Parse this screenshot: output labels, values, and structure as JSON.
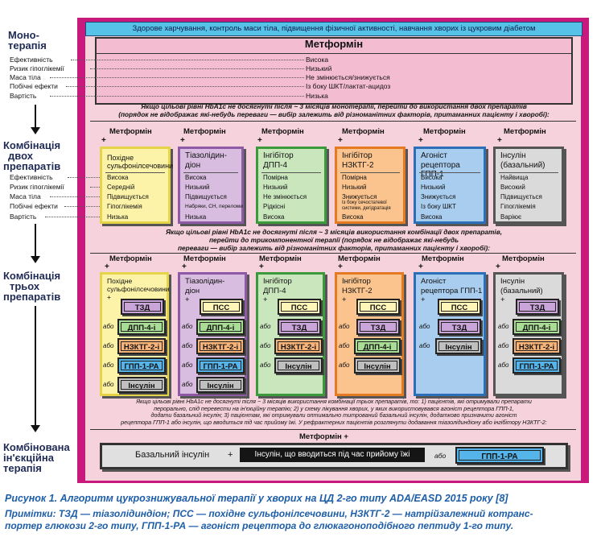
{
  "banner": "Здорове харчування, контроль маси тіла, підвищення фізичної активності, навчання хворих із цукровим діабетом",
  "stages": {
    "mono": [
      "Моно-",
      "терапія"
    ],
    "dual": [
      "Комбінація",
      "двох",
      "препаратів"
    ],
    "triple": [
      "Комбінація",
      "трьох",
      "препаратів"
    ],
    "inject": [
      "Комбінована",
      "ін'єкційна",
      "терапія"
    ]
  },
  "row_labels": [
    "Ефективність",
    "Ризик гіпоглікемії",
    "Маса тіла",
    "Побічні ефекти",
    "Вартість"
  ],
  "mono": {
    "title": "Метформін",
    "values": [
      "Висока",
      "Низький",
      "Не змінюється/знижується",
      "Із боку ШКТ/лактат-ацидоз",
      "Низька"
    ]
  },
  "note1": [
    "Якщо цільові рівні HbA1c не досягнуті після ~ 3 місяців монотерапії, перейти до використання двох препаратів",
    "(порядок не відображає які-небудь переваги — вибір залежить від різноманітних факторів, притаманних пацієнту і хворобі):"
  ],
  "metformin": "Метформін",
  "plus": "+",
  "dual": [
    {
      "title": [
        "Похідне",
        "сульфонілсечовини"
      ],
      "values": [
        "Висока",
        "Середній",
        "Підвищується",
        "Гіпоглікемія",
        "Низька"
      ]
    },
    {
      "title": [
        "Тіазолідин-",
        "діон"
      ],
      "values": [
        "Висока",
        "Низький",
        "Підвищується",
        "Набряки, СН, переломи",
        "Низька"
      ]
    },
    {
      "title": [
        "Інгібітор",
        "ДПП-4"
      ],
      "values": [
        "Помірна",
        "Низький",
        "Не змінюється",
        "Рідкісні",
        "Висока"
      ]
    },
    {
      "title": [
        "Інгібітор",
        "НЗКТГ-2"
      ],
      "values": [
        "Помірна",
        "Низький",
        "Знижується",
        "Із боку сечостатевої",
        "системи, дегідратація",
        "Висока"
      ]
    },
    {
      "title": [
        "Агоніст",
        "рецептора ГПП-1"
      ],
      "values": [
        "Висока",
        "Низький",
        "Знижується",
        "Із боку ШКТ",
        "Висока"
      ]
    },
    {
      "title": [
        "Інсулін",
        "(базальний)"
      ],
      "values": [
        "Найвища",
        "Високий",
        "Підвищується",
        "Гіпоглікемія",
        "Варіює"
      ]
    }
  ],
  "note2": [
    "Якщо цільові рівні HbA1c не досягнуті після ~ 3 місяців використання комбінації двох препаратів,",
    "перейти до трикомпонентної терапії (порядок не відображає які-небудь",
    "переваги — вибір залежить від різноманітних факторів, притаманних пацієнту і хворобі):"
  ],
  "triple": [
    {
      "title": [
        "Похідне",
        "сульфонілсечовини"
      ],
      "drugs": [
        "ТЗД",
        "ДПП-4-і",
        "НЗКТГ-2-і",
        "ГПП-1-РА",
        "Інсулін"
      ],
      "conj": "або"
    },
    {
      "title": [
        "Тіазолідин-",
        "діон"
      ],
      "drugs": [
        "ПСС",
        "ДПП-4-і",
        "НЗКТГ-2-і",
        "ГПП-1-РА",
        "Інсулін"
      ],
      "conj": "або"
    },
    {
      "title": [
        "Інгібітор",
        "ДПП-4"
      ],
      "drugs": [
        "ПСС",
        "ТЗД",
        "НЗКТГ-2-і",
        "Інсулін"
      ],
      "conj": "або"
    },
    {
      "title": [
        "Інгібітор",
        "НЗКТГ-2"
      ],
      "drugs": [
        "ПСС",
        "ТЗД",
        "ДПП-4-і",
        "Інсулін"
      ],
      "conj": "або"
    },
    {
      "title": [
        "Агоніст",
        "рецептора ГПП-1"
      ],
      "drugs": [
        "ПСС",
        "ТЗД",
        "Інсулін"
      ],
      "conj": "або"
    },
    {
      "title": [
        "Інсулін",
        "(базальний)"
      ],
      "drugs": [
        "ТЗД",
        "ДПП-4-і",
        "НЗКТГ-2-і",
        "ГПП-1-РА"
      ],
      "conj": "або"
    }
  ],
  "note3": [
    "Якщо цільові рівні HbA1c не досягнуті після ~ 3 місяців використання комбінації трьох препаратів, то: 1) пацієнтів, які отримували препарати",
    "перорально, слід перевести на ін'єкційну терапію; 2) у схему лікування хворих, у яких використовувався агоніст рецептора ГПП-1,",
    "додати базальний інсулін; 3) пацієнтам, які отримували оптимально титрований базальний інсулін, додатково призначити агоніст",
    "рецептора ГПП-1 або інсулін, що вводиться під час прийому їжі. У рефрактерних пацієнтів розглянути додавання тіазолідиндіону або інгібітору НЗКТГ-2:"
  ],
  "inject": {
    "metformin": "Метформін +",
    "basal": "Базальний інсулін",
    "plus": "+",
    "meal": "Інсулін, що вводиться під час прийому їжі",
    "or": "або",
    "glp": "ГПП-1-РА"
  },
  "caption": "Рисунок 1. Алгоритм цукрознижувальної терапії у хворих на ЦД 2-го типу ADA/EASD 2015 року [8]",
  "notes": [
    "Примітки: ТЗД — тіазолідиндіон; ПСС — похідне сульфонілсечовини, НЗКТГ-2 — натрійзалежний котранс-",
    "портер глюкози 2-го типу, ГПП-1-РА — агоніст рецептора до глюкагоноподібного пептиду 1-го типу."
  ],
  "colors": {
    "outer": "#c8197c",
    "inner": "#f6d2dc",
    "banner": "#56c2e8",
    "su": "#fdf3a8",
    "tzd": "#d8bde0",
    "dpp4": "#c9e6bd",
    "sglt2": "#fbc48e",
    "glp1": "#a9cdef",
    "insulin": "#dadada",
    "drug_tzd": "#c9a5d9",
    "drug_pss": "#fff6b8",
    "drug_dpp4": "#a9dc94",
    "drug_sglt2": "#f8b478",
    "drug_glp1": "#55b4ea",
    "drug_ins": "#bfbfbf"
  }
}
